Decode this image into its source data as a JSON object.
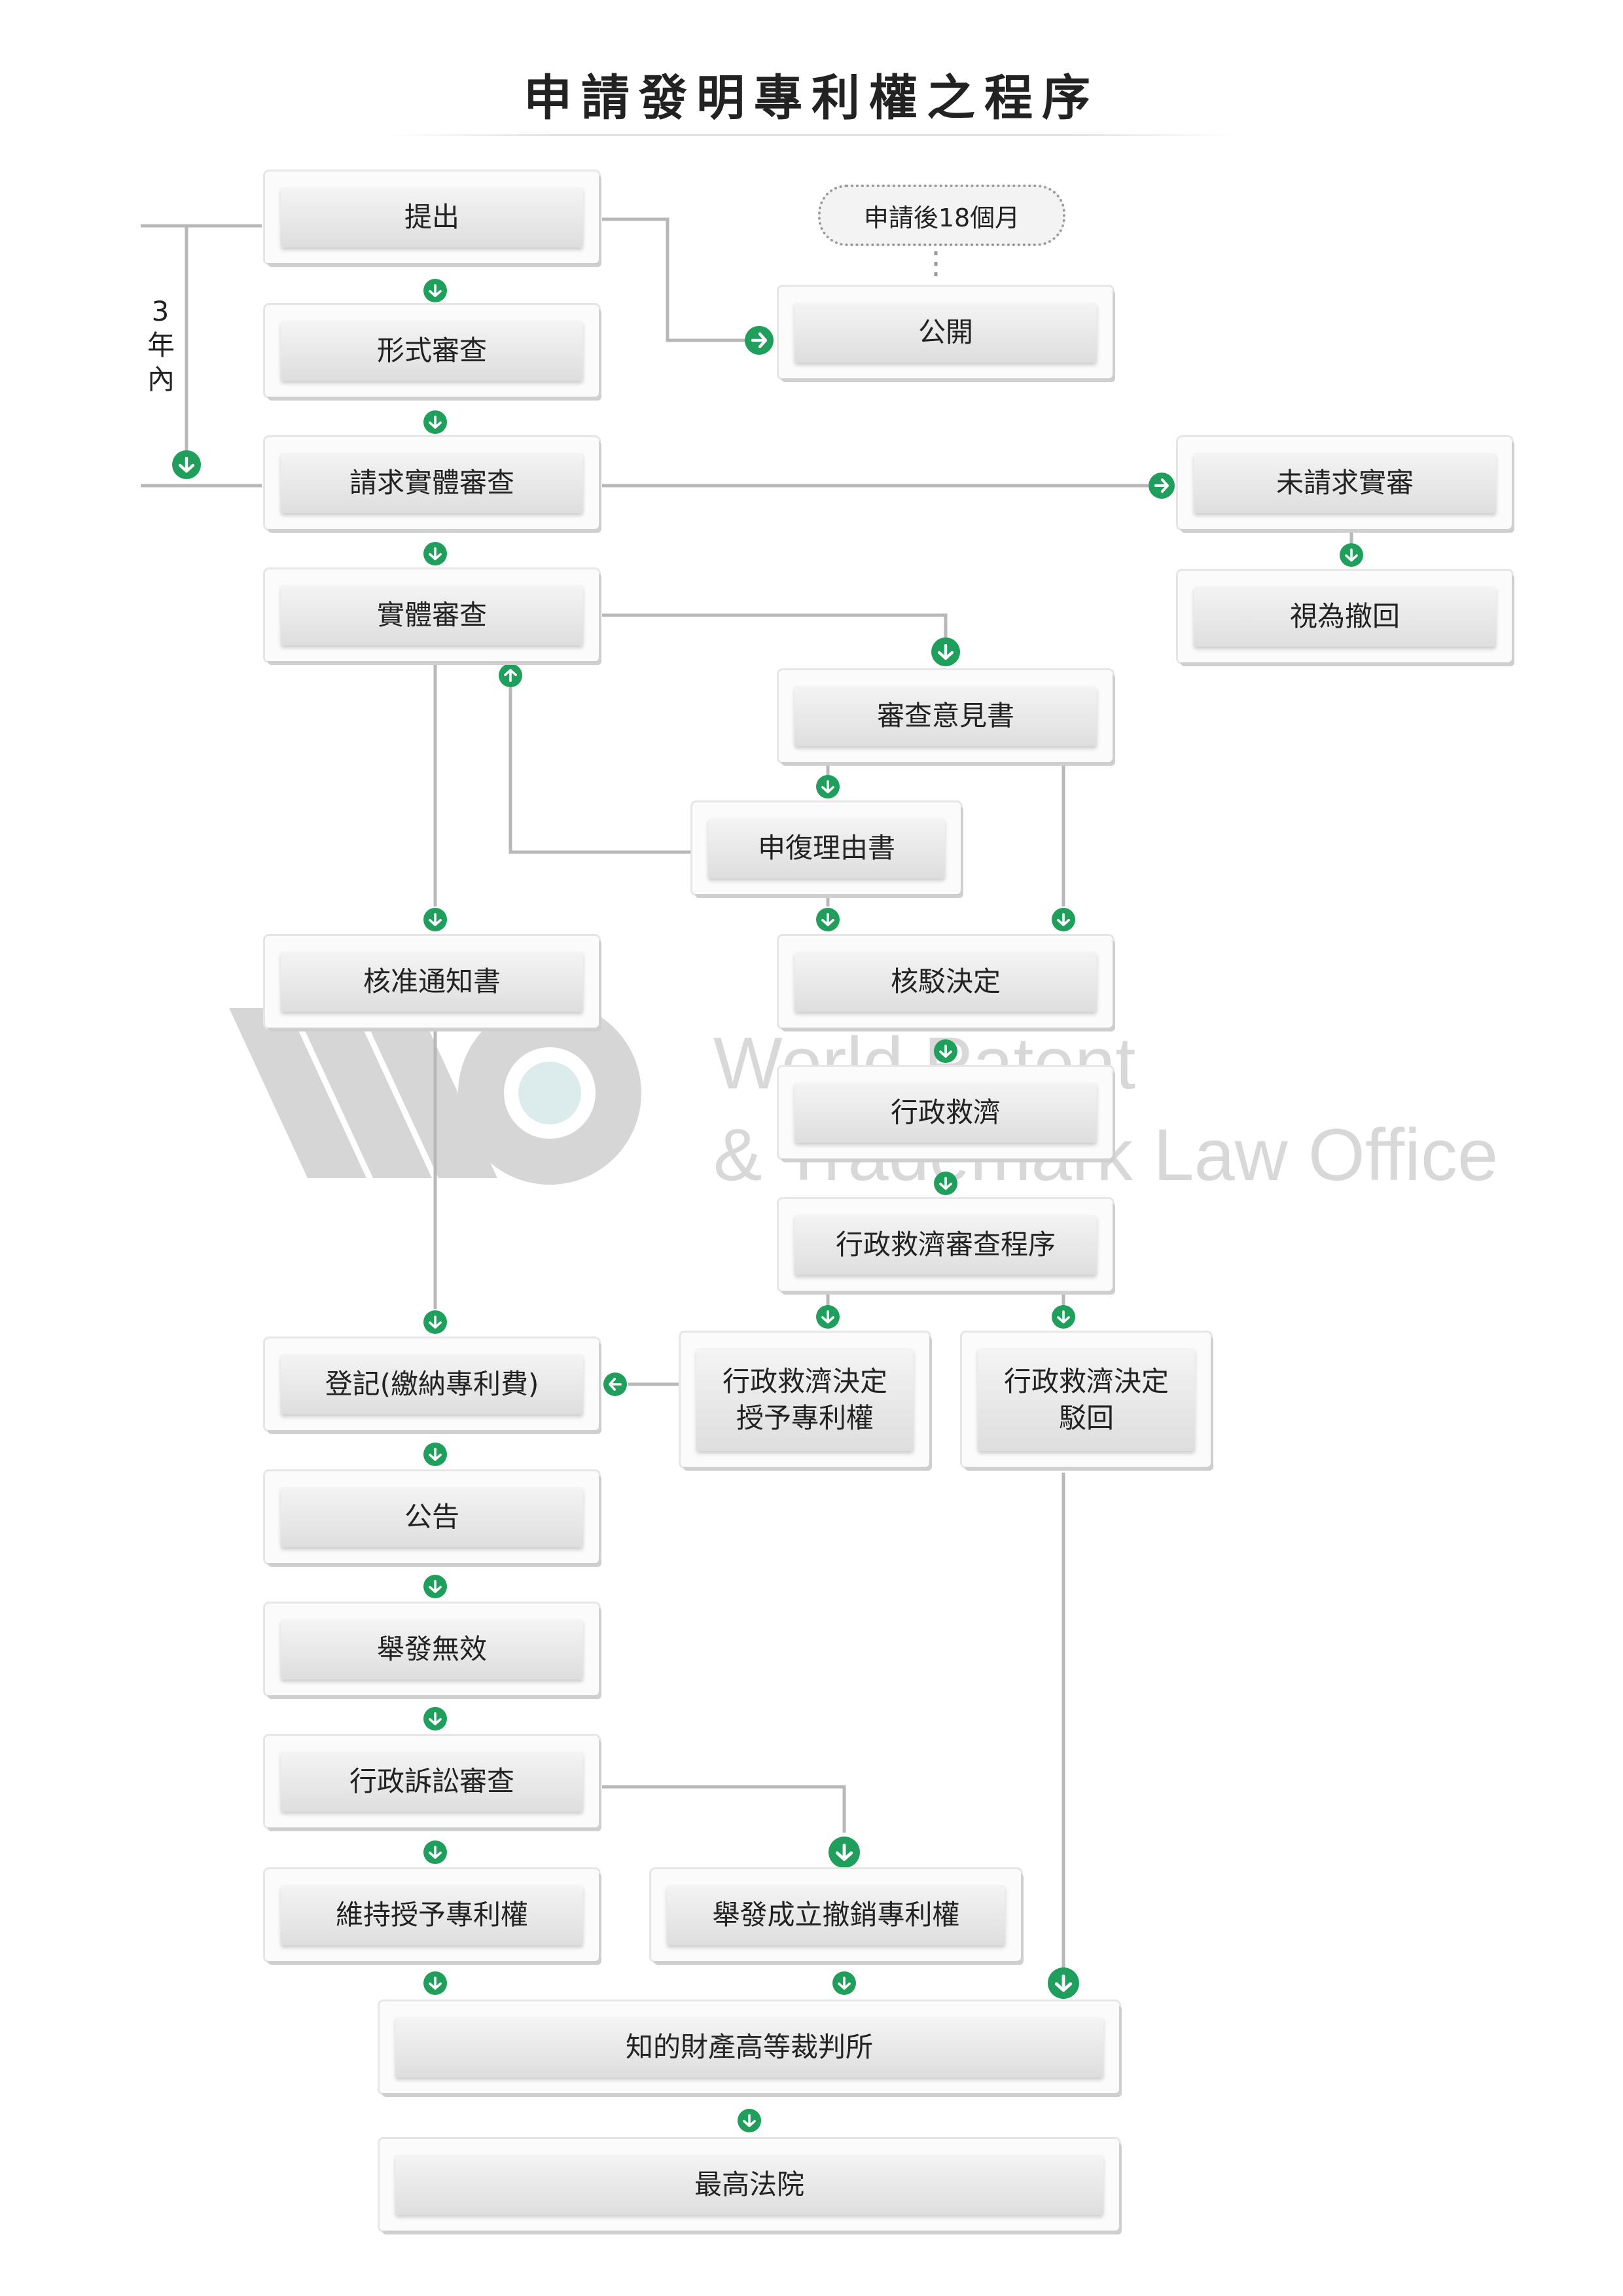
{
  "title": "申請發明專利權之程序",
  "side_note": "3\n年\n內",
  "publication_note": "申請後18個月",
  "watermark": {
    "line1": "World Patent",
    "line2": "& Trademark Law Office"
  },
  "colors": {
    "arrow": "#1f9e5c",
    "connector": "#b8b8b8",
    "box_inner": "#e6e6e6"
  },
  "steps": {
    "file": "提出",
    "formal_exam": "形式審查",
    "publication": "公開",
    "request_exam": "請求實體審查",
    "no_request": "未請求實審",
    "deemed_withdrawn": "視為撤回",
    "substantive_exam": "實體審查",
    "exam_opinion": "審查意見書",
    "response": "申復理由書",
    "allowance": "核准通知書",
    "rejection": "核駁決定",
    "admin_remedy": "行政救濟",
    "admin_review": "行政救濟審查程序",
    "remedy_grant": "行政救濟決定\n授予專利權",
    "remedy_reject": "行政救濟決定\n駁回",
    "registration": "登記(繳納專利費)",
    "announcement": "公告",
    "invalidation": "舉發無效",
    "litigation_review": "行政訴訟審查",
    "maintain_grant": "維持授予專利權",
    "revoke": "舉發成立撤銷專利權",
    "ip_court": "知的財產高等裁判所",
    "supreme_court": "最高法院"
  }
}
